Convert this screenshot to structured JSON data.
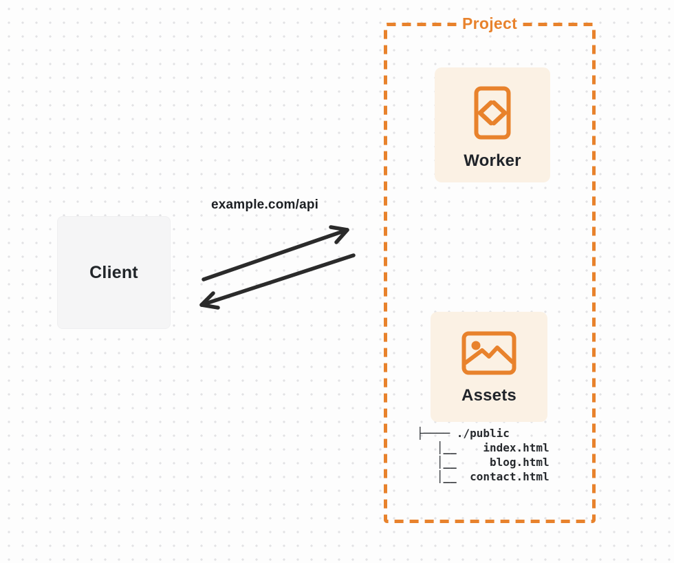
{
  "colors": {
    "accent_orange": "#E8822C",
    "card_background": "#FBF1E4",
    "client_background": "#F5F5F6",
    "text_ink": "#212529",
    "arrow_ink": "#2B2B2B",
    "dot_grid": "#E2E2E4",
    "canvas_background": "#FDFDFD"
  },
  "client": {
    "label": "Client"
  },
  "request": {
    "label": "example.com/api"
  },
  "project": {
    "label": "Project",
    "worker": {
      "label": "Worker",
      "icon": "code-file-icon"
    },
    "assets": {
      "label": "Assets",
      "icon": "image-icon"
    },
    "file_tree": {
      "root": "./public",
      "files": [
        "index.html",
        "blog.html",
        "contact.html"
      ],
      "lines": [
        "├──── ./public",
        "   │__    index.html",
        "   │__     blog.html",
        "   │__  contact.html"
      ]
    }
  }
}
